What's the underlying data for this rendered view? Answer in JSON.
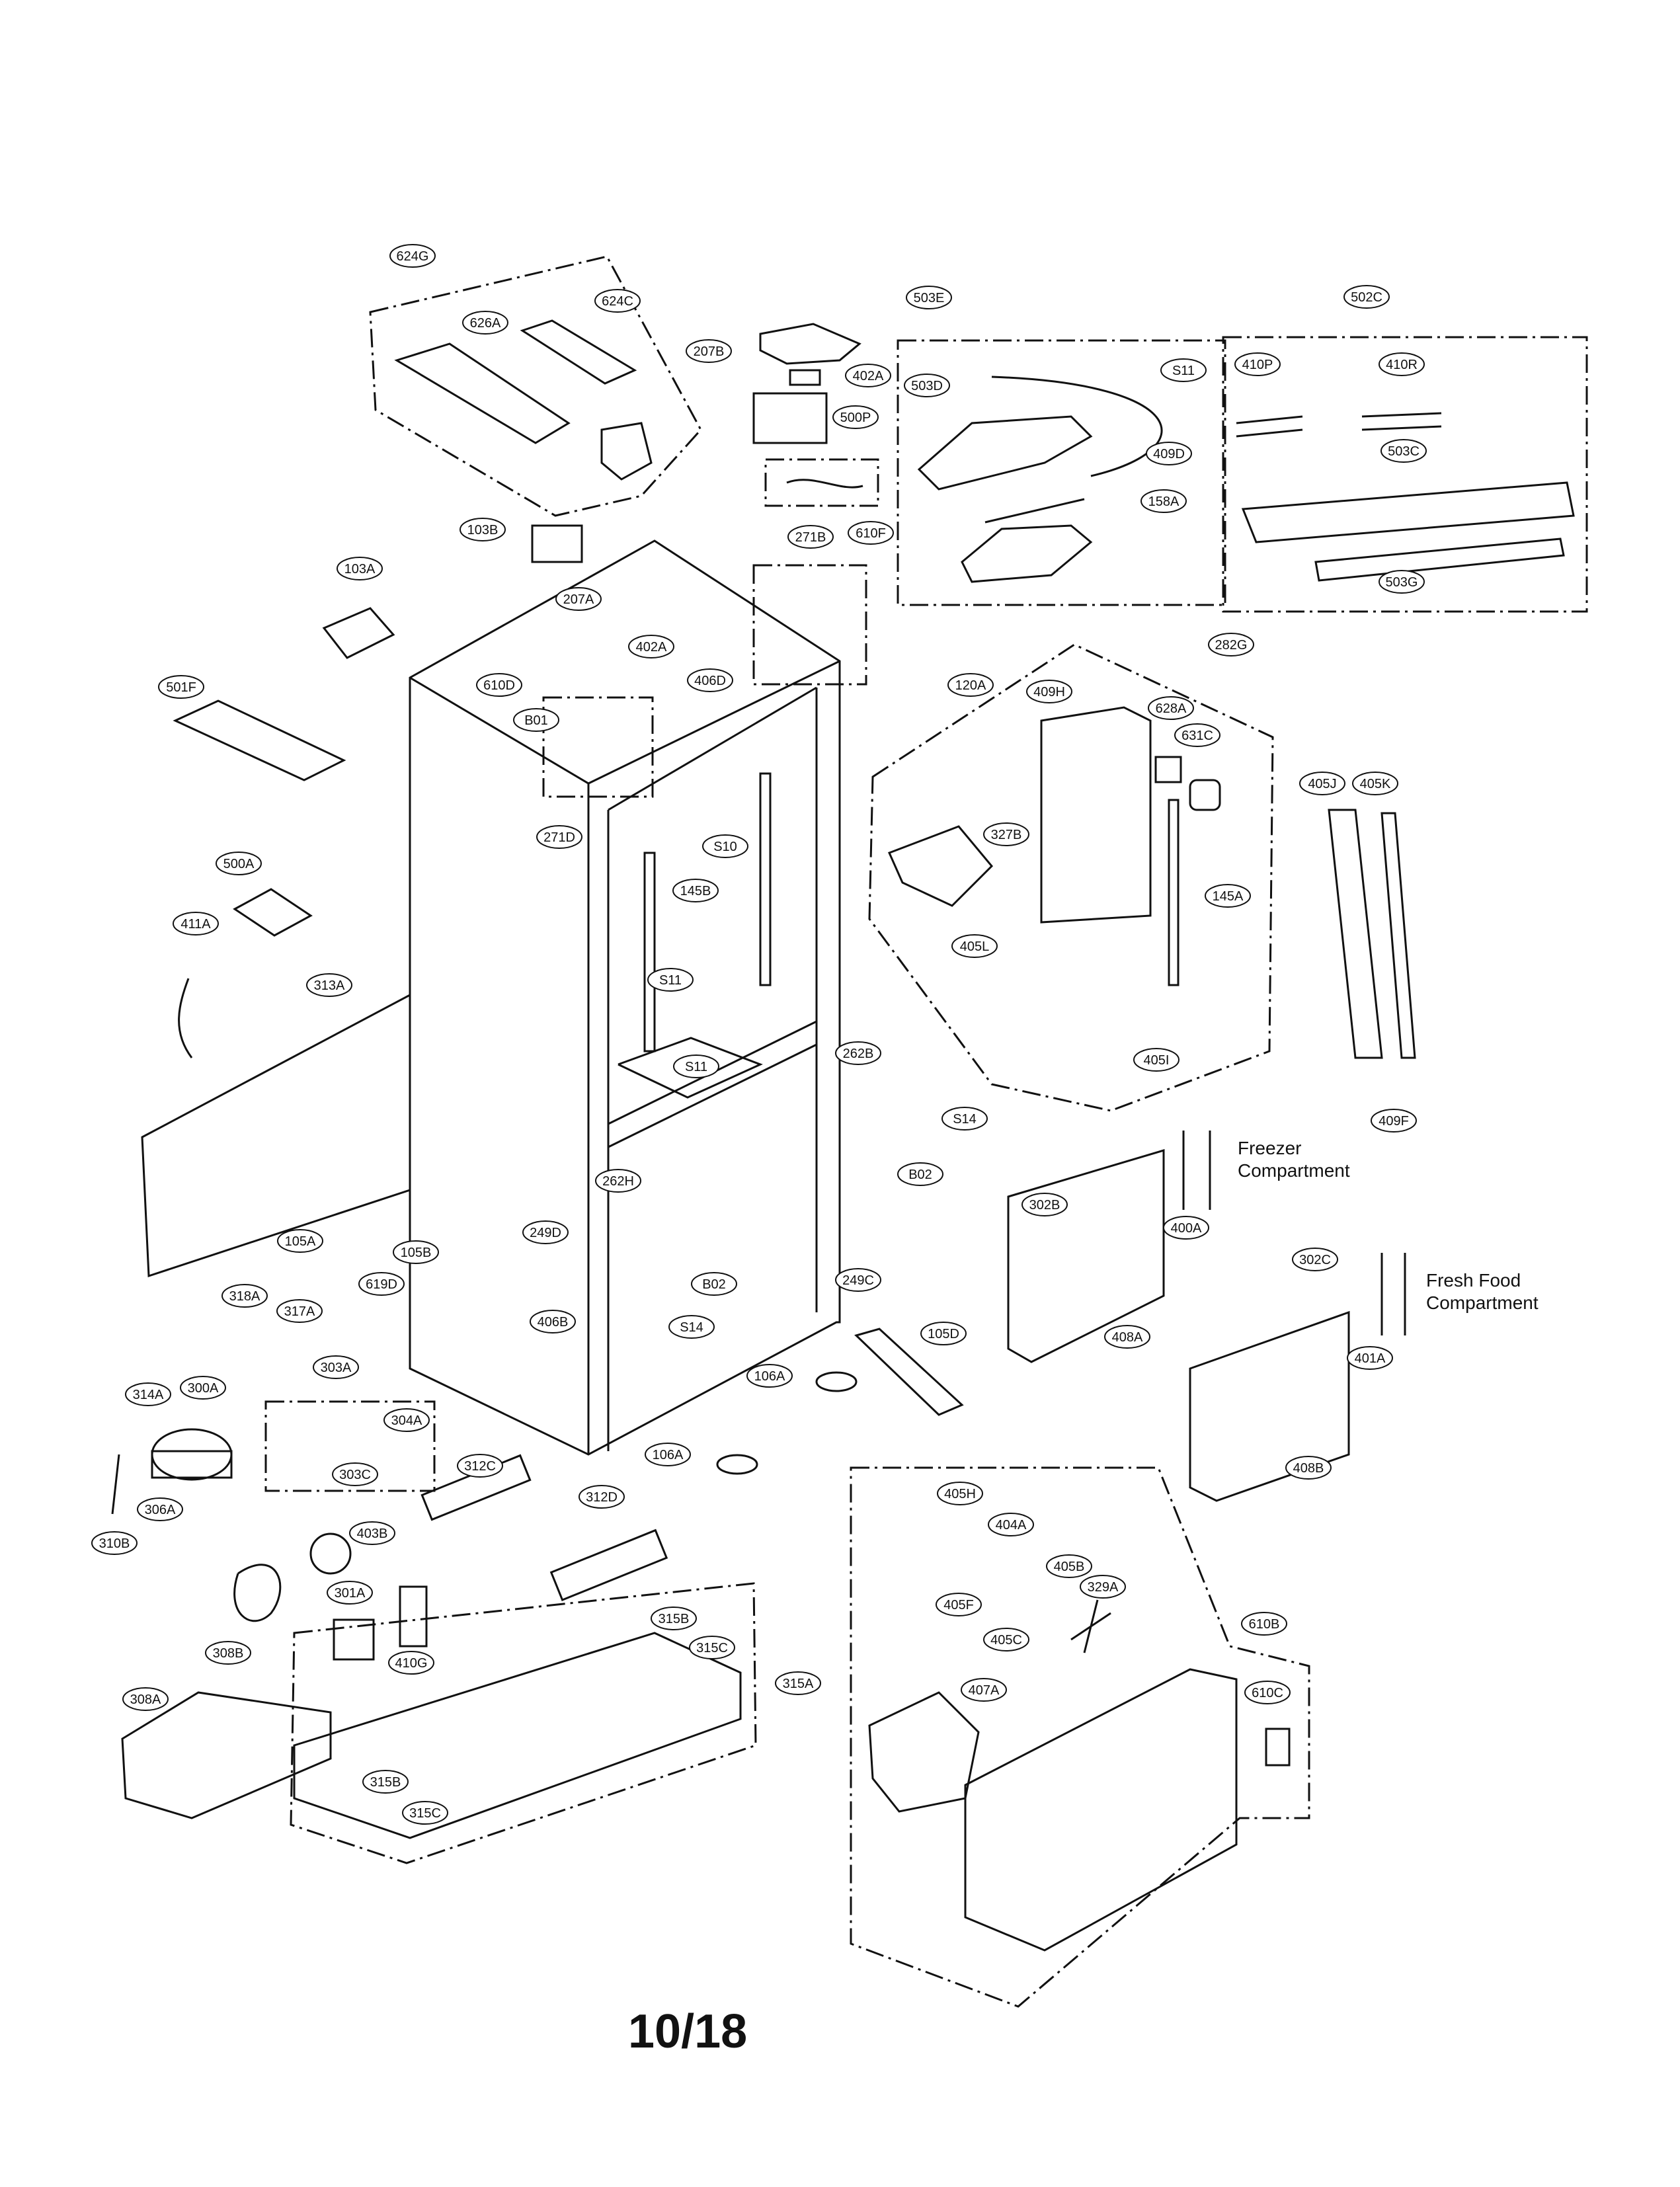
{
  "captions": {
    "freezer_line1": "Freezer",
    "freezer_line2": "Compartment",
    "fresh_line1": "Fresh Food",
    "fresh_line2": "Compartment"
  },
  "page_number": "10/18",
  "part_labels": [
    "624G",
    "626A",
    "624C",
    "207B",
    "402A",
    "500P",
    "610F",
    "503E",
    "503D",
    "S11",
    "409D",
    "158A",
    "502C",
    "410P",
    "410R",
    "503C",
    "503G",
    "103B",
    "103A",
    "207A",
    "271B",
    "501F",
    "610D",
    "402A",
    "406D",
    "B01",
    "271D",
    "S10",
    "145B",
    "500A",
    "411A",
    "313A",
    "S11",
    "S11",
    "262B",
    "S14",
    "B02",
    "282G",
    "120A",
    "409H",
    "628A",
    "631C",
    "327B",
    "405L",
    "145A",
    "405I",
    "405J",
    "405K",
    "409F",
    "262H",
    "249D",
    "B02",
    "249C",
    "406B",
    "S14",
    "105A",
    "105B",
    "619D",
    "318A",
    "317A",
    "303A",
    "304A",
    "303C",
    "314A",
    "300A",
    "306A",
    "310B",
    "106A",
    "106A",
    "105D",
    "312C",
    "312D",
    "302B",
    "400A",
    "408A",
    "302C",
    "401A",
    "408B",
    "403B",
    "301A",
    "410G",
    "308B",
    "308A",
    "315B",
    "315C",
    "315A",
    "315B",
    "315C",
    "405H",
    "404A",
    "405F",
    "405B",
    "405C",
    "329A",
    "407A",
    "610B",
    "610C"
  ]
}
